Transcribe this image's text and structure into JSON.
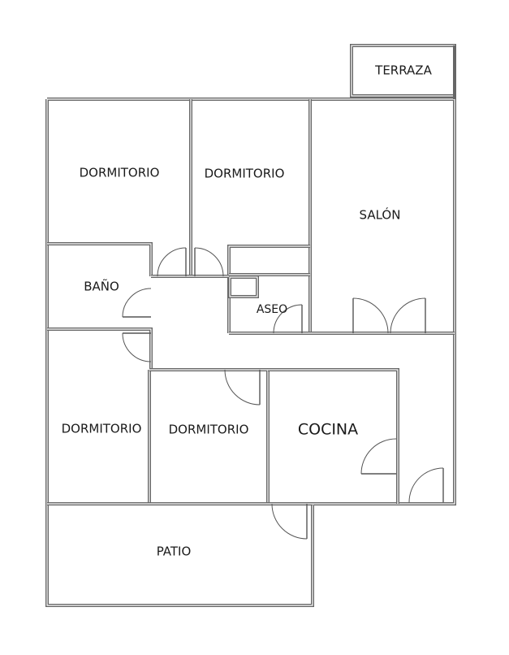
{
  "rooms": {
    "terraza": "TERRAZA",
    "dormitorio_1": "DORMITORIO",
    "dormitorio_2": "DORMITORIO",
    "salon": "SALÓN",
    "bano": "BAÑO",
    "aseo": "ASEO",
    "dormitorio_3": "DORMITORIO",
    "dormitorio_4": "DORMITORIO",
    "cocina": "COCINA",
    "patio": "PATIO"
  }
}
